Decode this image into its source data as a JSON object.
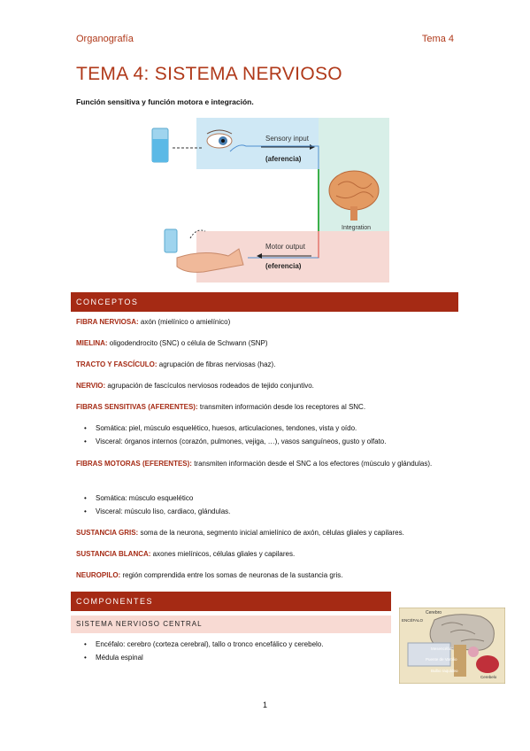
{
  "header": {
    "left": "Organografía",
    "right": "Tema 4"
  },
  "title": "TEMA 4: SISTEMA NERVIOSO",
  "subtitle": "Función sensitiva y función motora e integración.",
  "figure": {
    "sensory_input": "Sensory input",
    "afferent": "(aferencia)",
    "integration": "Integration",
    "motor_output": "Motor output",
    "efferent": "(eferencia)"
  },
  "sections": {
    "conceptos": "CONCEPTOS",
    "componentes": "COMPONENTES",
    "snc": "SISTEMA NERVIOSO CENTRAL"
  },
  "concepts": {
    "fibra": {
      "term": "FIBRA NERVIOSA:",
      "text": " axón (mielínico o amielínico)"
    },
    "mielina": {
      "term": "MIELINA:",
      "text": " oligodendrocito (SNC) o célula de Schwann (SNP)"
    },
    "tracto": {
      "term": "TRACTO Y FASCÍCULO:",
      "text": " agrupación de fibras nerviosas (haz)."
    },
    "nervio": {
      "term": "NERVIO:",
      "text": " agrupación de fascículos nerviosos rodeados de tejido conjuntivo."
    },
    "sensitivas": {
      "term": "FIBRAS SENSITIVAS (AFERENTES):",
      "text": " transmiten información desde los receptores al SNC."
    },
    "sens_somatica": "Somática: piel, músculo esquelético, huesos, articulaciones, tendones, vista y oído.",
    "sens_visceral": "Visceral: órganos internos (corazón, pulmones, vejiga, …), vasos sanguíneos, gusto y olfato.",
    "motoras": {
      "term": "FIBRAS MOTORAS (EFERENTES):",
      "text": " transmiten información desde el SNC a los efectores (músculo y glándulas)."
    },
    "mot_somatica": "Somática: músculo esquelético",
    "mot_visceral": "Visceral: músculo liso, cardiaco, glándulas.",
    "gris": {
      "term": "SUSTANCIA GRIS:",
      "text": " soma de la neurona, segmento inicial amielínico de axón, células gliales y capilares."
    },
    "blanca": {
      "term": "SUSTANCIA BLANCA:",
      "text": " axones mielínicos, células gliales y capilares."
    },
    "neuropilo": {
      "term": "NEUROPILO:",
      "text": " región comprendida entre los somas de neuronas de la sustancia gris."
    }
  },
  "componentes": {
    "encefalo": "Encéfalo: cerebro (corteza cerebral), tallo o tronco encefálico y cerebelo.",
    "medula": "Médula espinal"
  },
  "brain_figure": {
    "cerebro": "Cerebro",
    "encefalo": "ENCÉFALO",
    "mesencefalo": "Mesencéfalo",
    "puente": "Puente de Varolio",
    "bulbo": "Bulbo raquídeo",
    "cerebelo": "Cerebelo"
  },
  "page_number": "1",
  "colors": {
    "accent": "#a52a14",
    "light_accent": "#f8dad3",
    "sensory_bg": "#cfe8f5",
    "motor_bg": "#f6d9d4"
  }
}
